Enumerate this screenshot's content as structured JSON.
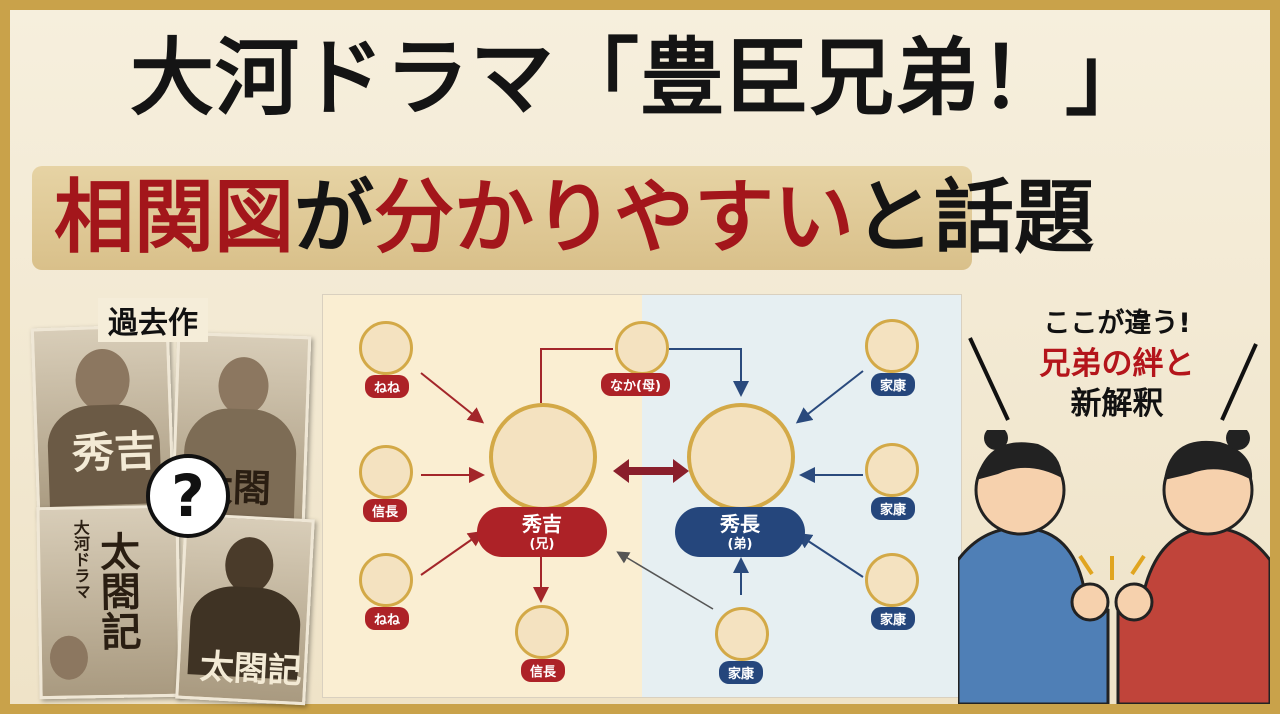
{
  "title": {
    "line1": "大河ドラマ「豊臣兄弟！」",
    "line2_part1": "相関図",
    "line2_part2": "が",
    "line2_part3": "分かりやすい",
    "line2_part4": "と話題"
  },
  "past_works": {
    "label": "過去作",
    "question": "?",
    "posters": [
      {
        "title": "秀吉"
      },
      {
        "title": "太閤記"
      },
      {
        "title_small": "大河ドラマ",
        "title": "太閤記"
      },
      {
        "title": "太閤記"
      }
    ]
  },
  "diagram": {
    "left_people": [
      {
        "name": "ねね"
      },
      {
        "name": "信長"
      },
      {
        "name": "ねね"
      }
    ],
    "top_person": {
      "name": "なか(母)"
    },
    "bottom_left_person": {
      "name": "信長"
    },
    "bottom_right_person": {
      "name": "家康"
    },
    "right_people": [
      {
        "name": "家康"
      },
      {
        "name": "家康"
      },
      {
        "name": "家康"
      }
    ],
    "main_left": {
      "name": "秀吉",
      "role": "(兄)"
    },
    "main_right": {
      "name": "秀長",
      "role": "(弟)"
    },
    "colors": {
      "red": "#ad2227",
      "blue": "#25467c",
      "gold": "#d3a947"
    }
  },
  "callout": {
    "line1": "ここが違う!",
    "line2": "兄弟の絆と",
    "line3": "新解釈"
  }
}
